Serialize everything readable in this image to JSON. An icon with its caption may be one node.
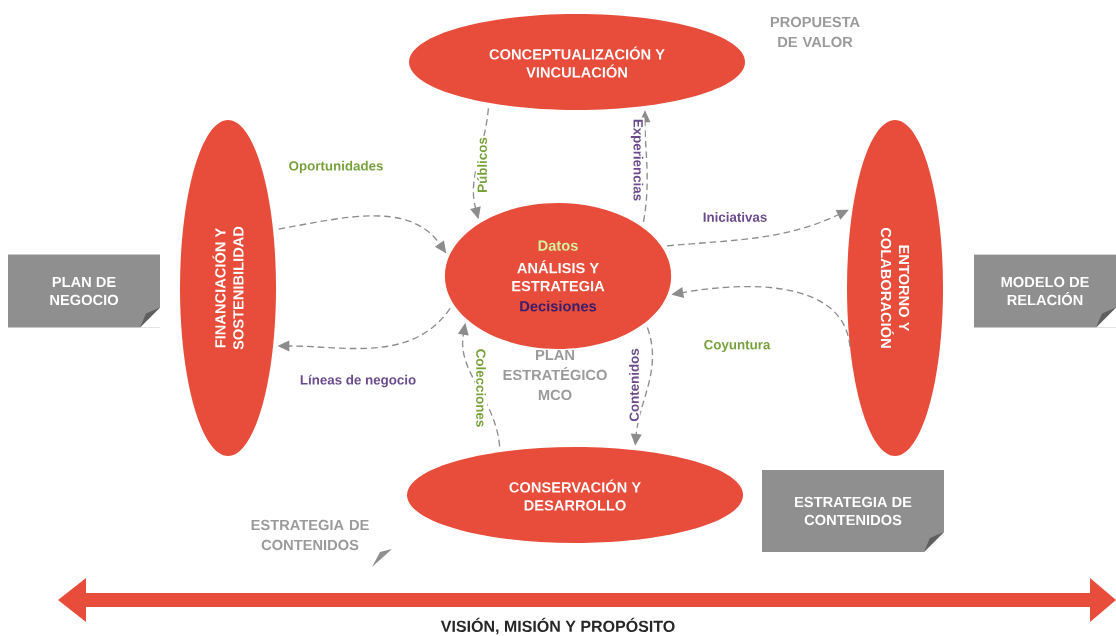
{
  "diagram": {
    "nodes": [
      {
        "text": [
          "CONCEPTUALIZACIÓN Y VINCULACIÓN"
        ]
      },
      {
        "text": [
          "FINANCIACIÓN Y SOSTENIBILIDAD"
        ]
      },
      {
        "text": [
          "Datos",
          "ANÁLISIS Y ESTRATEGIA",
          "Decisiones"
        ]
      },
      {
        "text": [
          "ENTORNO Y COLABORACIÓN"
        ]
      },
      {
        "text": [
          "CONSERVACIÓN Y DESARROLLO"
        ]
      },
      {
        "text": [
          "PLAN DE NEGOCIO"
        ]
      },
      {
        "text": [
          "MODELO DE RELACIÓN"
        ]
      },
      {
        "text": [
          "ESTRATEGIA DE CONTENIDOS"
        ]
      }
    ],
    "edges": [
      {
        "from": 0,
        "to": 2,
        "arrow": "to",
        "label": "Públicos"
      },
      {
        "from": 2,
        "to": 0,
        "arrow": "to",
        "label": "Experiencias"
      },
      {
        "from": 1,
        "to": 2,
        "arrow": "to",
        "label": "Oportunidades"
      },
      {
        "from": 2,
        "to": 1,
        "arrow": "to",
        "label": "Líneas de negocio"
      },
      {
        "from": 2,
        "to": 3,
        "arrow": "to",
        "label": "Iniciativas"
      },
      {
        "from": 3,
        "to": 2,
        "arrow": "to",
        "label": "Coyuntura"
      },
      {
        "from": 4,
        "to": 2,
        "arrow": "to",
        "label": "Colecciones"
      },
      {
        "from": 2,
        "to": 4,
        "arrow": "to",
        "label": "Contenidos"
      }
    ],
    "labels": [
      "PROPUESTA DE VALOR",
      "PLAN ESTRATÉGICO MCO",
      "ESTRATEGIA DE CONTENIDOS",
      "VISIÓN, MISIÓN Y PROPÓSITO"
    ]
  }
}
